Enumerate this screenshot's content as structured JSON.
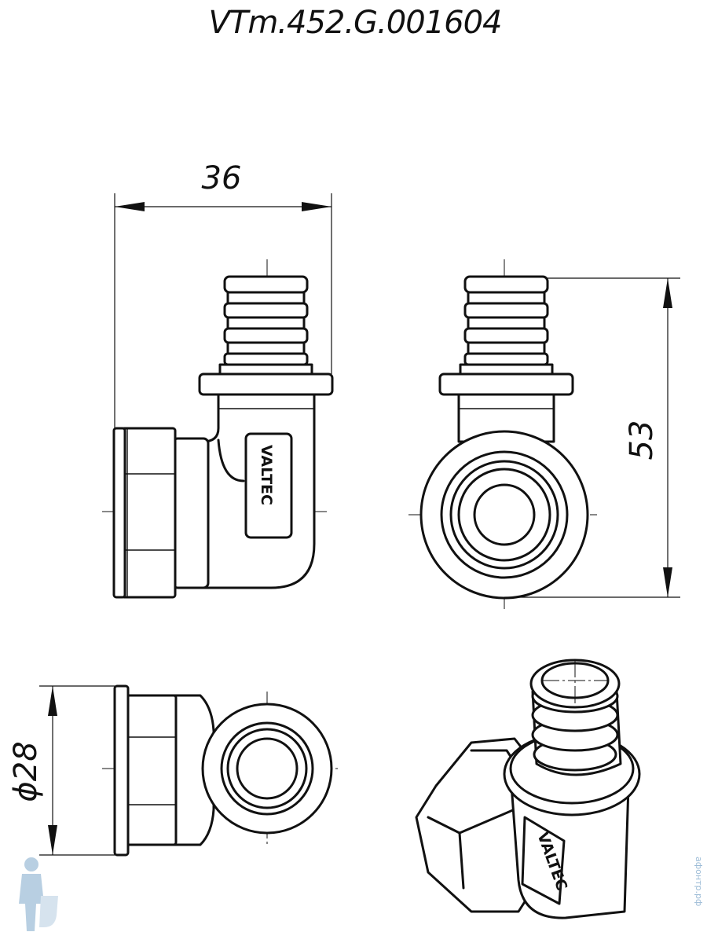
{
  "title": "VTm.452.G.001604",
  "dimensions": {
    "width": "36",
    "height": "53",
    "diameter": "ϕ28"
  },
  "brand_label": "VALTEC",
  "watermark": "афонтр.рф",
  "colors": {
    "line": "#111111",
    "background": "#ffffff",
    "watermark": "#9bbbd6"
  }
}
